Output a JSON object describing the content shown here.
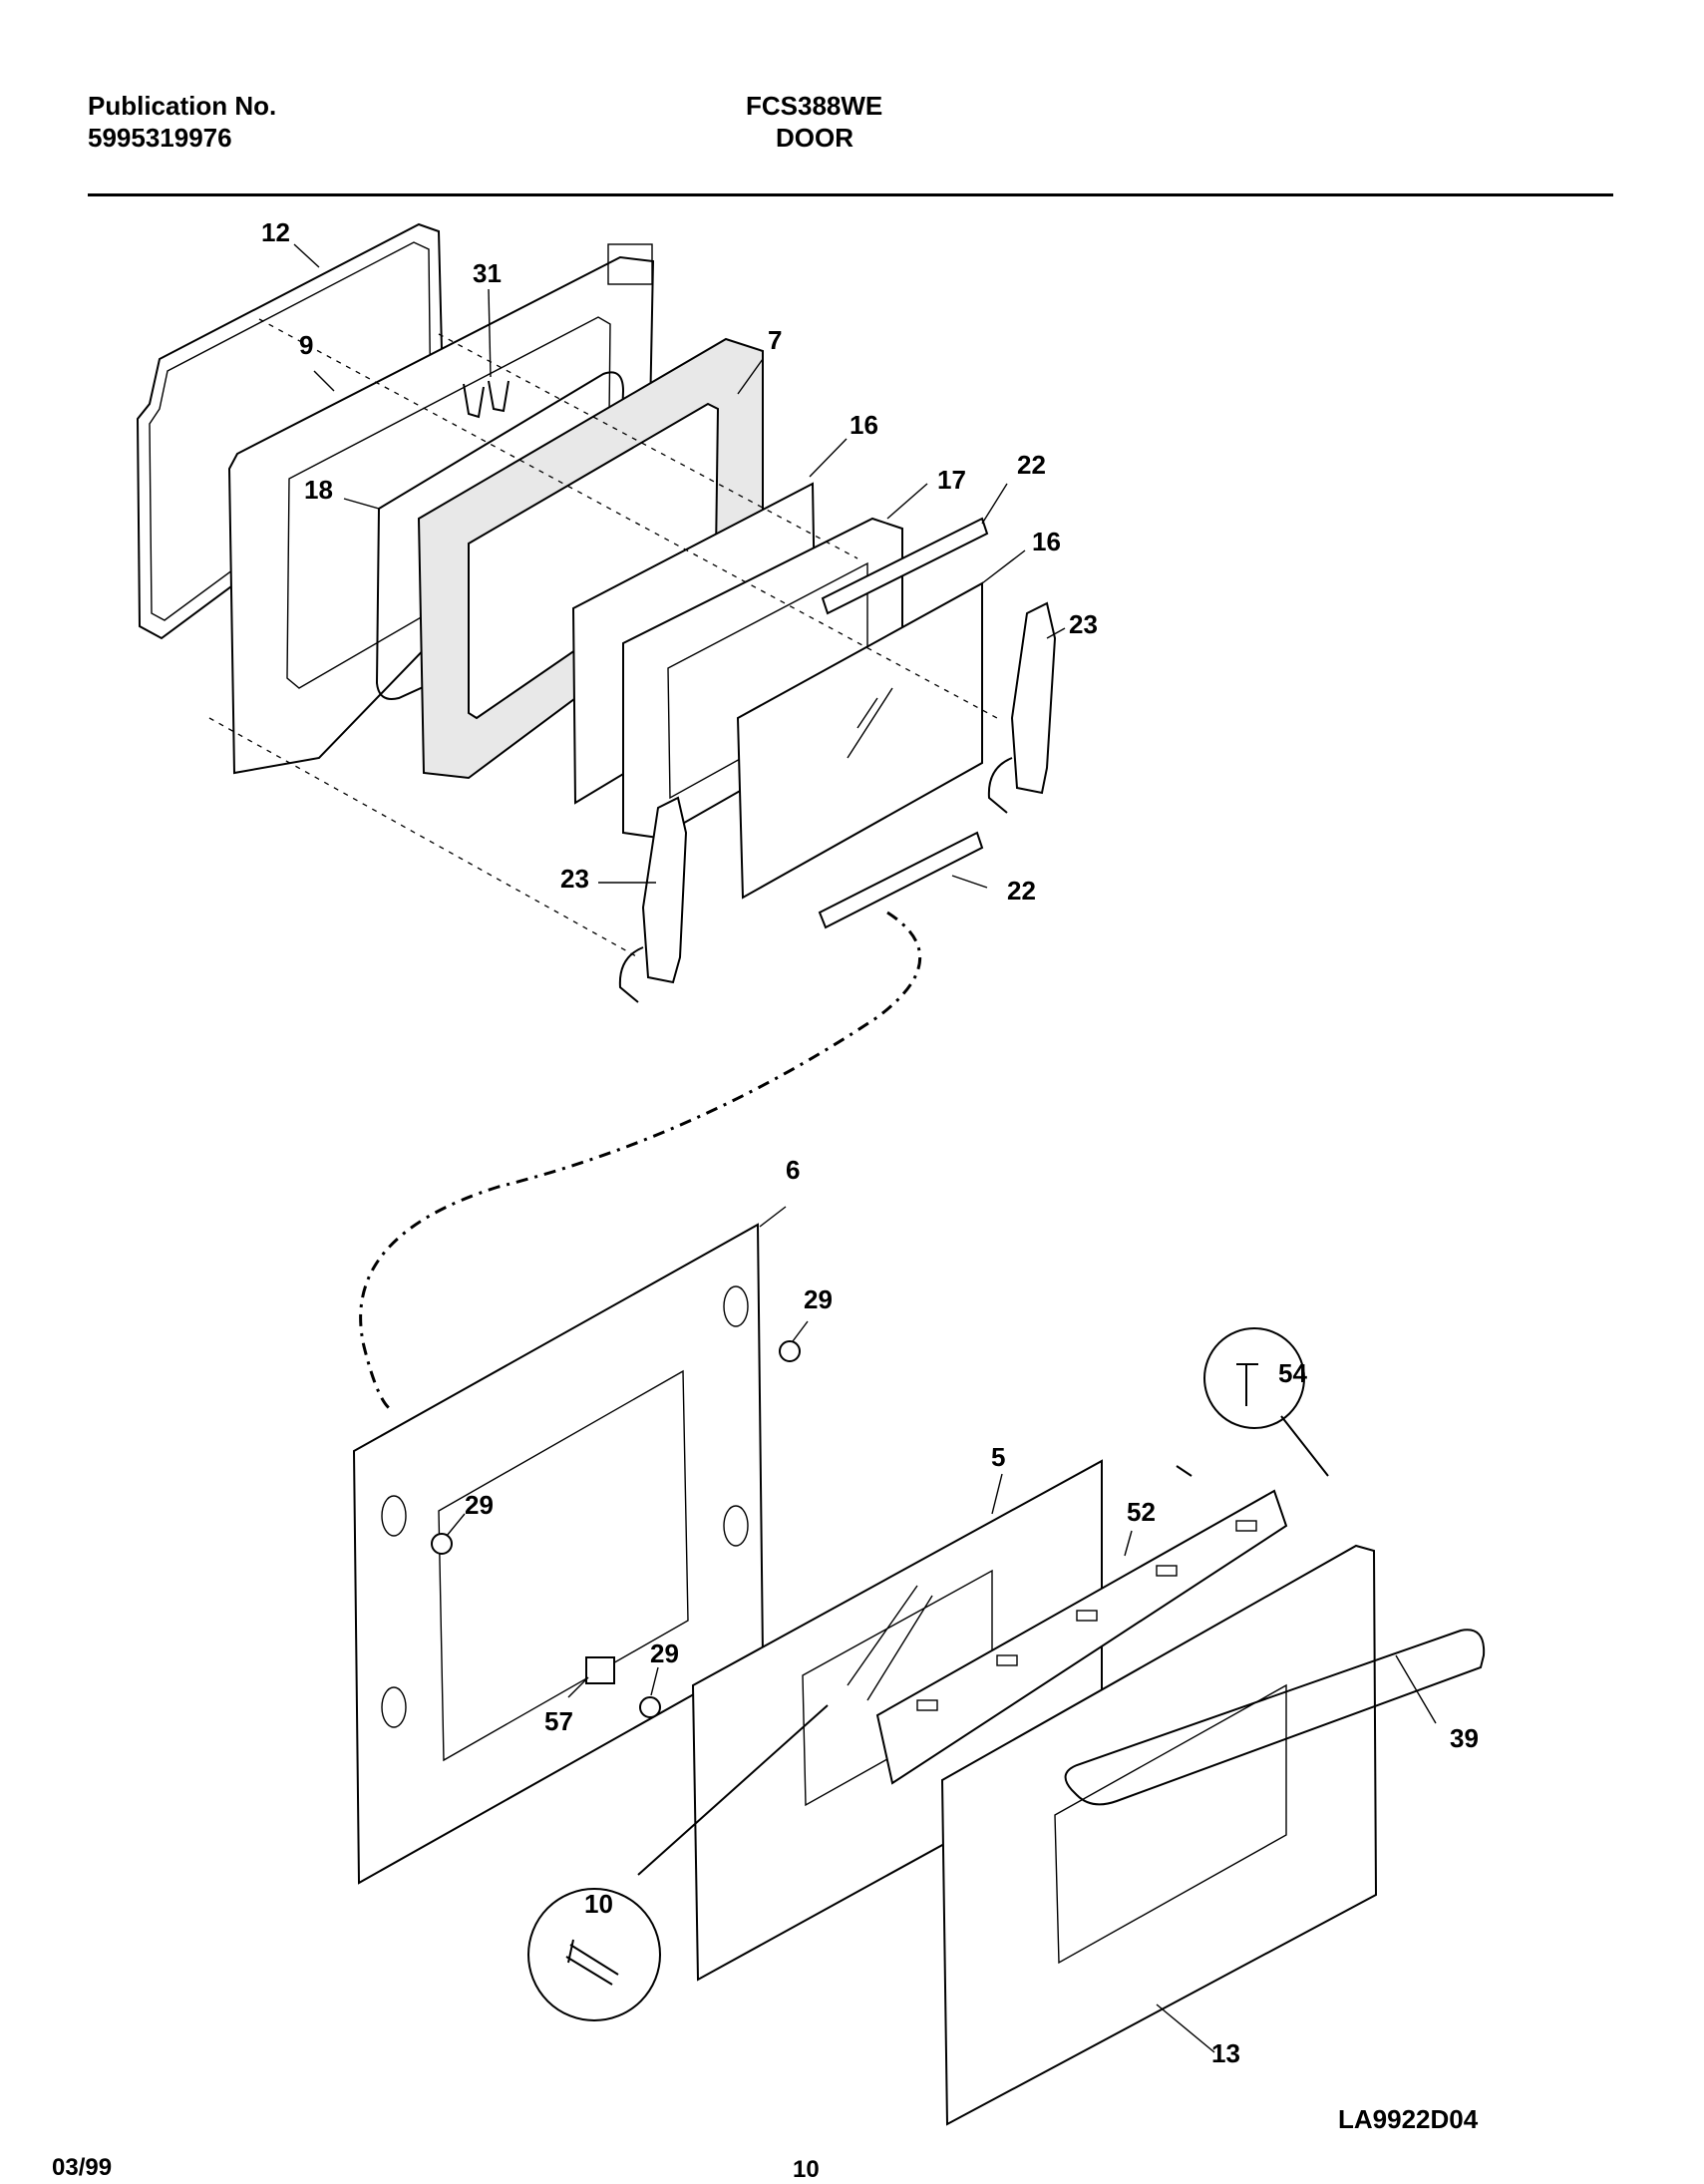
{
  "header": {
    "publication_label": "Publication No.",
    "publication_number": "5995319976",
    "model": "FCS388WE",
    "section": "DOOR"
  },
  "callouts": [
    "12",
    "31",
    "9",
    "7",
    "16",
    "18",
    "17",
    "22",
    "16",
    "23",
    "23",
    "22",
    "6",
    "29",
    "54",
    "29",
    "5",
    "52",
    "29",
    "57",
    "39",
    "10",
    "13"
  ],
  "drawing_code": "LA9922D04",
  "footer": {
    "date": "03/99",
    "page": "10"
  }
}
